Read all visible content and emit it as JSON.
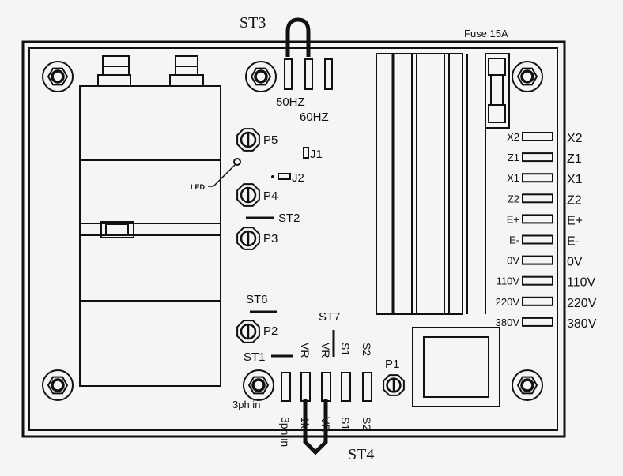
{
  "title_labels": {
    "st3": "ST3",
    "fuse": "Fuse 15A",
    "hz50": "50HZ",
    "hz60": "60HZ",
    "st4": "ST4"
  },
  "pots": {
    "p5": "P5",
    "p4": "P4",
    "p3": "P3",
    "p2": "P2",
    "p1": "P1"
  },
  "jumpers": {
    "j1": "J1",
    "j2": "J2",
    "st2": "ST2",
    "st6": "ST6",
    "st7": "ST7",
    "st1": "ST1"
  },
  "led_label": "LED",
  "terminals": [
    {
      "inner": "X2",
      "outer": "X2"
    },
    {
      "inner": "Z1",
      "outer": "Z1"
    },
    {
      "inner": "X1",
      "outer": "X1"
    },
    {
      "inner": "Z2",
      "outer": "Z2"
    },
    {
      "inner": "E+",
      "outer": "E+"
    },
    {
      "inner": "E-",
      "outer": "E-"
    },
    {
      "inner": "0V",
      "outer": "0V"
    },
    {
      "inner": "110V",
      "outer": "110V"
    },
    {
      "inner": "220V",
      "outer": "220V"
    },
    {
      "inner": "380V",
      "outer": "380V"
    }
  ],
  "bottom_connectors": {
    "inner": [
      "3ph in",
      "VR",
      "VR",
      "S1",
      "S2"
    ],
    "outer": [
      "3ph in",
      "1k",
      "VR",
      "S1",
      "S2"
    ]
  },
  "colors": {
    "line": "#111111",
    "background": "#f4f5f7"
  }
}
